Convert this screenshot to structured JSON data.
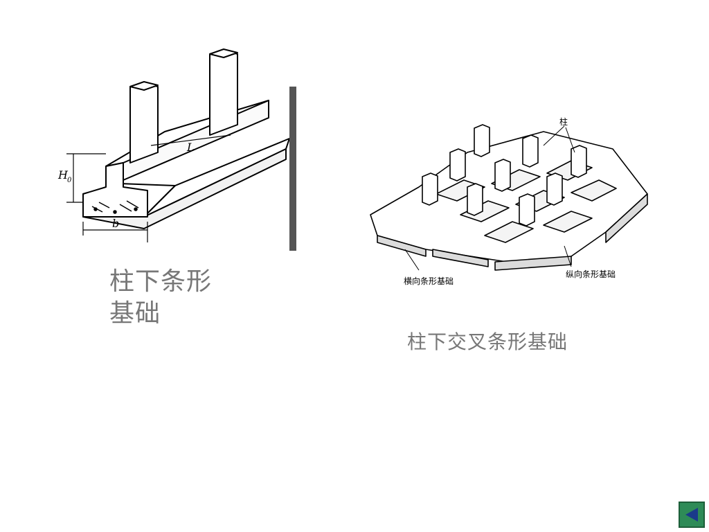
{
  "left_figure": {
    "labels": {
      "length": "L",
      "height": "H",
      "height_sub": "0",
      "width": "b"
    },
    "caption": "柱下条形\n基础"
  },
  "right_figure": {
    "labels": {
      "column": "柱",
      "transverse": "横向条形基础",
      "longitudinal": "纵向条形基础"
    },
    "caption": "柱下交叉条形基础"
  },
  "nav": {
    "button_icon": "triangle-left-icon",
    "button_color": "#2e8b57"
  }
}
